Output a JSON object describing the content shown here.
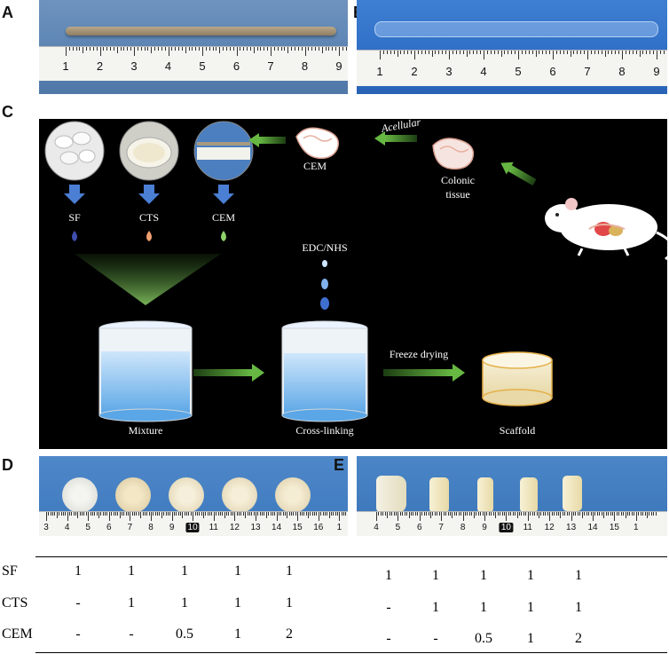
{
  "panels": {
    "a": "A",
    "b": "B",
    "c": "C",
    "d": "D",
    "e": "E"
  },
  "ruler_a": [
    "1",
    "2",
    "3",
    "4",
    "5",
    "6",
    "7",
    "8",
    "9"
  ],
  "ruler_b": [
    "1",
    "2",
    "3",
    "4",
    "5",
    "6",
    "7",
    "8",
    "9"
  ],
  "ruler_d": [
    "3",
    "4",
    "5",
    "6",
    "7",
    "8",
    "9",
    "10",
    "11",
    "12",
    "13",
    "14",
    "15",
    "16",
    "1"
  ],
  "ruler_e": [
    "4",
    "5",
    "6",
    "7",
    "8",
    "9",
    "10",
    "11",
    "12",
    "13",
    "14",
    "15",
    "1"
  ],
  "schematic": {
    "sf": "SF",
    "cts": "CTS",
    "cem_small": "CEM",
    "cem": "CEM",
    "acellular": "Acellular",
    "colonic": "Colonic",
    "tissue": "tissue",
    "edc": "EDC/NHS",
    "freeze": "Freeze drying",
    "mixture": "Mixture",
    "crosslinking": "Cross-linking",
    "scaffold": "Scaffold"
  },
  "table": {
    "rows": [
      {
        "label": "SF",
        "values": [
          "1",
          "1",
          "1",
          "1",
          "1"
        ]
      },
      {
        "label": "CTS",
        "values": [
          "-",
          "1",
          "1",
          "1",
          "1"
        ]
      },
      {
        "label": "CEM",
        "values": [
          "-",
          "-",
          "0.5",
          "1",
          "2"
        ]
      }
    ]
  },
  "colors": {
    "green_arrow": "#5aa83a",
    "blue_arrow": "#4a7fd4",
    "background_photo_a": "#5f86b4",
    "background_photo_b": "#2d6ec9"
  }
}
